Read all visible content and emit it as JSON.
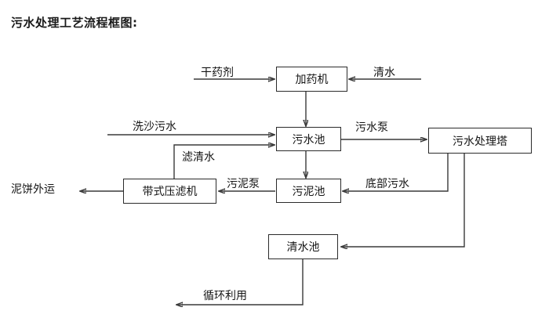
{
  "title": "污水处理工艺流程框图:",
  "nodes": {
    "dosing_machine": "加药机",
    "sewage_pool": "污水池",
    "sewage_treatment_tower": "污水处理塔",
    "belt_filter_press": "带式压滤机",
    "sludge_pool": "污泥池",
    "clean_water_pool": "清水池"
  },
  "edge_labels": {
    "dry_agent": "干药剂",
    "clean_water_in": "清水",
    "sand_washing_sewage": "洗沙污水",
    "filtrate_clear_water": "滤清水",
    "sewage_pump": "污水泵",
    "sludge_pump": "污泥泵",
    "bottom_sewage": "底部污水",
    "mud_cake_outbound": "泥饼外运",
    "recycling_reuse": "循环利用"
  },
  "colors": {
    "box_border": "#2b2b2b",
    "wire": "#3a3a3a",
    "text": "#151515",
    "background": "#ffffff"
  }
}
